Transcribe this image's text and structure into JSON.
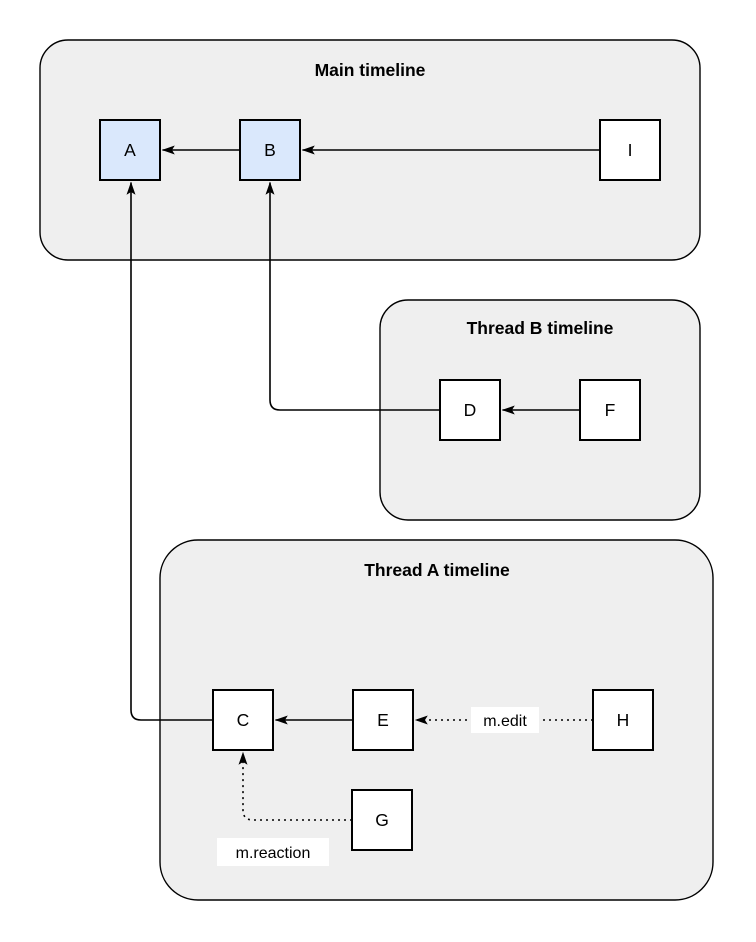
{
  "diagram": {
    "colors": {
      "canvas_background": "#ffffff",
      "container_fill": "#efefef",
      "node_fill_highlight": "#dae8fc",
      "node_fill_default": "#ffffff",
      "stroke": "#000000",
      "label_background": "#ffffff"
    },
    "containers": [
      {
        "id": "main",
        "title": "Main timeline"
      },
      {
        "id": "thread-b",
        "title": "Thread B timeline"
      },
      {
        "id": "thread-a",
        "title": "Thread A timeline"
      }
    ],
    "nodes": [
      {
        "id": "A",
        "label": "A",
        "highlighted": true,
        "container": "main"
      },
      {
        "id": "B",
        "label": "B",
        "highlighted": true,
        "container": "main"
      },
      {
        "id": "I",
        "label": "I",
        "highlighted": false,
        "container": "main"
      },
      {
        "id": "D",
        "label": "D",
        "highlighted": false,
        "container": "thread-b"
      },
      {
        "id": "F",
        "label": "F",
        "highlighted": false,
        "container": "thread-b"
      },
      {
        "id": "C",
        "label": "C",
        "highlighted": false,
        "container": "thread-a"
      },
      {
        "id": "E",
        "label": "E",
        "highlighted": false,
        "container": "thread-a"
      },
      {
        "id": "H",
        "label": "H",
        "highlighted": false,
        "container": "thread-a"
      },
      {
        "id": "G",
        "label": "G",
        "highlighted": false,
        "container": "thread-a"
      }
    ],
    "edges": [
      {
        "from": "B",
        "to": "A",
        "style": "solid",
        "label": ""
      },
      {
        "from": "I",
        "to": "B",
        "style": "solid",
        "label": ""
      },
      {
        "from": "D",
        "to": "B",
        "style": "solid",
        "label": ""
      },
      {
        "from": "F",
        "to": "D",
        "style": "solid",
        "label": ""
      },
      {
        "from": "C",
        "to": "A",
        "style": "solid",
        "label": ""
      },
      {
        "from": "E",
        "to": "C",
        "style": "solid",
        "label": ""
      },
      {
        "from": "H",
        "to": "E",
        "style": "dotted",
        "label": "m.edit"
      },
      {
        "from": "G",
        "to": "C",
        "style": "dotted",
        "label": "m.reaction"
      }
    ]
  }
}
